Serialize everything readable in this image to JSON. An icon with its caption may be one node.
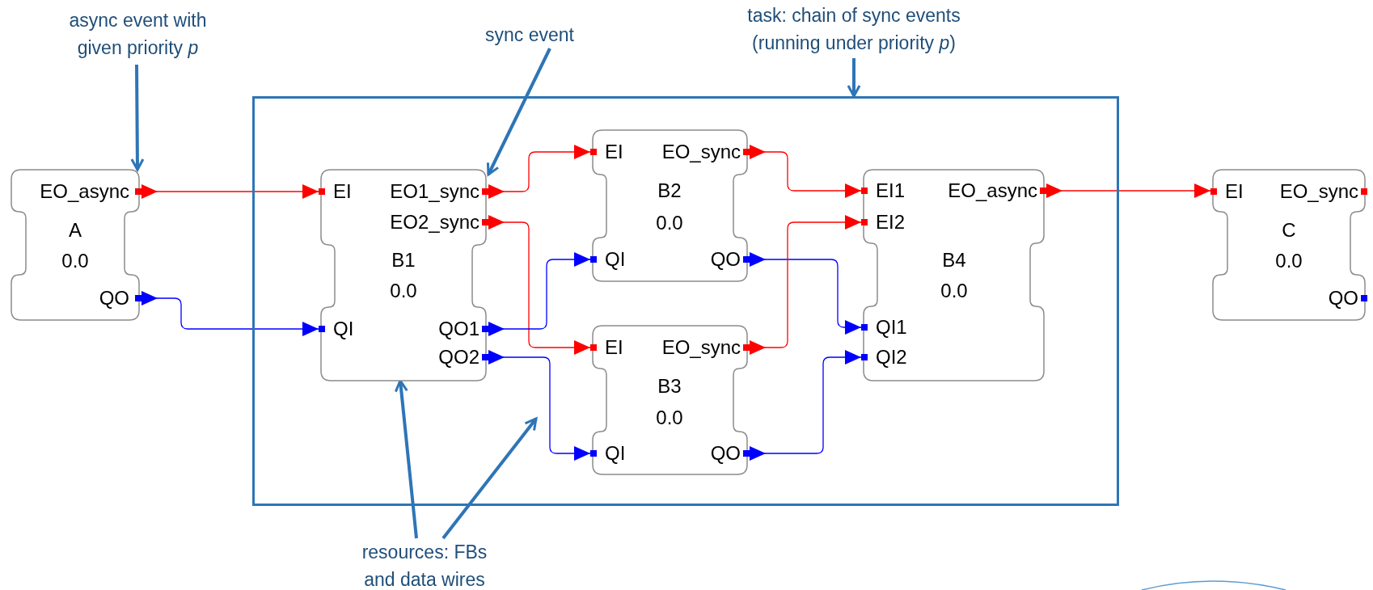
{
  "diagram": {
    "nodes": [
      {
        "text": [
          "async event with given priority *p*"
        ]
      },
      {
        "text": [
          "sync event"
        ]
      },
      {
        "text": [
          "task: chain of sync events (running under priority *p*)"
        ]
      },
      {
        "text": [],
        "shape": "box"
      },
      {
        "text": [
          "EO_async",
          "A",
          "0.0",
          "QO"
        ]
      },
      {
        "text": [
          "EI",
          "EO1_sync",
          "EO2_sync",
          "B1",
          "0.0",
          "QI",
          "QO1",
          "QO2"
        ],
        "in": 3
      },
      {
        "text": [
          "EI",
          "EO_sync",
          "B2",
          "0.0",
          "QI",
          "QO"
        ],
        "in": 3
      },
      {
        "text": [
          "EI",
          "EO_sync",
          "B3",
          "0.0",
          "QI",
          "QO"
        ],
        "in": 3
      },
      {
        "text": [
          "EI1",
          "EO_async",
          "EI2",
          "B4",
          "0.0",
          "QI1",
          "QI2"
        ],
        "in": 3
      },
      {
        "text": [
          "EI",
          "EO_sync",
          "C",
          "0.0",
          "QO"
        ]
      },
      {
        "text": [
          "resources: FBs and data wires"
        ]
      }
    ],
    "edges": [
      {
        "from": 4,
        "to": 5,
        "arrow": "to"
      },
      {
        "from": 4,
        "to": 5,
        "arrow": "to",
        "color": "#0000ff"
      },
      {
        "from": 5,
        "to": 6,
        "arrow": "to"
      },
      {
        "from": 5,
        "to": 7,
        "arrow": "to"
      },
      {
        "from": 5,
        "to": 6,
        "arrow": "to",
        "color": "#0000ff"
      },
      {
        "from": 5,
        "to": 7,
        "arrow": "to",
        "color": "#0000ff"
      },
      {
        "from": 6,
        "to": 8,
        "arrow": "to"
      },
      {
        "from": 6,
        "to": 8,
        "arrow": "to",
        "color": "#0000ff"
      },
      {
        "from": 7,
        "to": 8,
        "arrow": "to"
      },
      {
        "from": 7,
        "to": 8,
        "arrow": "to",
        "color": "#0000ff"
      },
      {
        "from": 8,
        "to": 9,
        "arrow": "to"
      },
      {
        "from": 0,
        "to": 4,
        "arrow": "to",
        "style": "thick",
        "color": "#2e75b6"
      },
      {
        "from": 1,
        "to": 5,
        "arrow": "to",
        "style": "thick",
        "color": "#2e75b6"
      },
      {
        "from": 2,
        "to": 3,
        "arrow": "to",
        "style": "thick",
        "color": "#2e75b6"
      },
      {
        "from": 10,
        "to": 5,
        "arrow": "to",
        "style": "thick",
        "color": "#2e75b6"
      },
      {
        "from": 10,
        "to": null,
        "arrow": "to",
        "style": "thick",
        "color": "#2e75b6"
      }
    ]
  }
}
